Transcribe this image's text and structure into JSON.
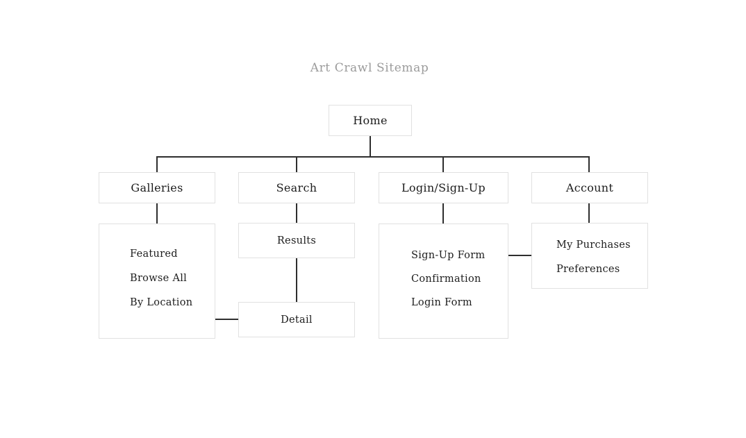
{
  "title": "Art Crawl Sitemap",
  "colors": {
    "background": "#ffffff",
    "title_text": "#9b9b9b",
    "box_border": "#e1e1e1",
    "box_text": "#1c1c1c",
    "connector": "#2e2e2e"
  },
  "nodes": {
    "home": {
      "label": "Home"
    },
    "galleries": {
      "label": "Galleries"
    },
    "search": {
      "label": "Search"
    },
    "login_signup": {
      "label": "Login/Sign-Up"
    },
    "account": {
      "label": "Account"
    },
    "galleries_pages": {
      "items": [
        "Featured",
        "Browse All",
        "By Location"
      ]
    },
    "results": {
      "label": "Results"
    },
    "detail": {
      "label": "Detail"
    },
    "login_pages": {
      "items": [
        "Sign-Up Form",
        "Confirmation",
        "Login Form"
      ]
    },
    "account_pages": {
      "items": [
        "My Purchases",
        "Preferences"
      ]
    }
  }
}
